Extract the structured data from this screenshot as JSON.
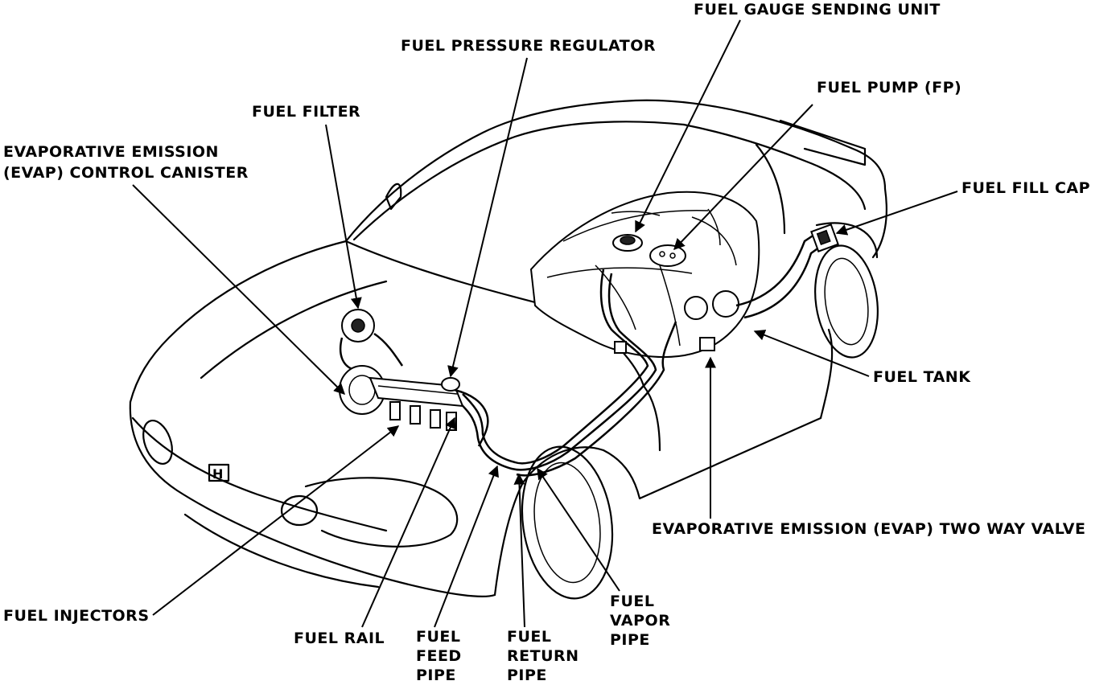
{
  "labels": {
    "fuel_gauge_sending_unit": "FUEL GAUGE SENDING UNIT",
    "fuel_pressure_regulator": "FUEL PRESSURE REGULATOR",
    "fuel_pump": "FUEL PUMP (FP)",
    "fuel_filter": "FUEL FILTER",
    "evap_canister_line1": "EVAPORATIVE EMISSION",
    "evap_canister_line2": "(EVAP) CONTROL CANISTER",
    "fuel_fill_cap": "FUEL FILL CAP",
    "fuel_tank": "FUEL TANK",
    "evap_two_way_valve": "EVAPORATIVE EMISSION (EVAP) TWO WAY VALVE",
    "fuel_injectors": "FUEL INJECTORS",
    "fuel_rail": "FUEL RAIL",
    "fuel_feed_pipe": [
      "FUEL",
      "FEED",
      "PIPE"
    ],
    "fuel_return_pipe": [
      "FUEL",
      "RETURN",
      "PIPE"
    ],
    "fuel_vapor_pipe": [
      "FUEL",
      "VAPOR",
      "PIPE"
    ]
  }
}
